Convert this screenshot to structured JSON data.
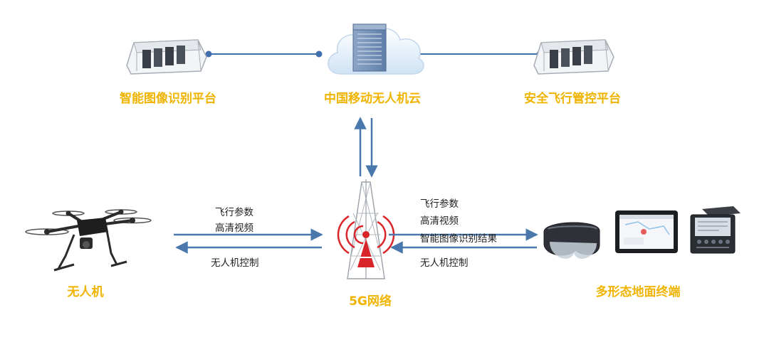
{
  "colors": {
    "label": "#f0b400",
    "arrow": "#4a78ad",
    "connector": "#3f6fae",
    "tower_signal": "#d9252a",
    "tower_frame": "#9aa0a8"
  },
  "nodes": {
    "image_platform": {
      "label": "智能图像识别平台",
      "icon": "server-rack-icon"
    },
    "cloud": {
      "label": "中国移动无人机云",
      "icon": "cloud-server-icon"
    },
    "flight_platform": {
      "label": "安全飞行管控平台",
      "icon": "server-rack-icon"
    },
    "drone": {
      "label": "无人机",
      "icon": "drone-icon"
    },
    "network": {
      "label": "5G网络",
      "icon": "cell-tower-icon"
    },
    "terminals": {
      "label": "多形态地面终端",
      "icon": "terminal-devices-icon"
    }
  },
  "flows": {
    "drone_to_network": [
      "飞行参数",
      "高清视频"
    ],
    "network_to_drone": [
      "无人机控制"
    ],
    "network_to_terminals": [
      "飞行参数",
      "高清视频",
      "智能图像识别结果"
    ],
    "terminals_to_network": [
      "无人机控制"
    ]
  }
}
